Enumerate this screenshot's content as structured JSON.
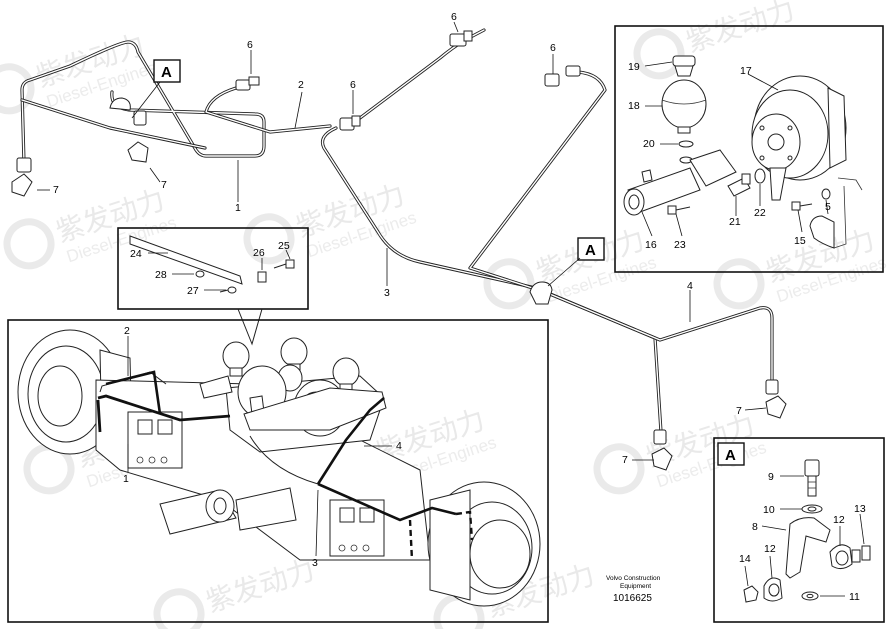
{
  "watermark": {
    "brand_cn": "紫发动力",
    "brand_en": "Diesel-Engines"
  },
  "labels": {
    "ref_a": "A",
    "n1": "1",
    "n2": "2",
    "n3": "3",
    "n4": "4",
    "n5": "5",
    "n6": "6",
    "n7": "7",
    "n8": "8",
    "n9": "9",
    "n10": "10",
    "n11": "11",
    "n12": "12",
    "n13": "13",
    "n14": "14",
    "n15": "15",
    "n16": "16",
    "n17": "17",
    "n18": "18",
    "n19": "19",
    "n20": "20",
    "n21": "21",
    "n22": "22",
    "n23": "23",
    "n24": "24",
    "n25": "25",
    "n26": "26",
    "n27": "27",
    "n28": "28"
  },
  "footer": {
    "company_line1": "Volvo Construction",
    "company_line2": "Equipment",
    "drawing_number": "1016625"
  }
}
